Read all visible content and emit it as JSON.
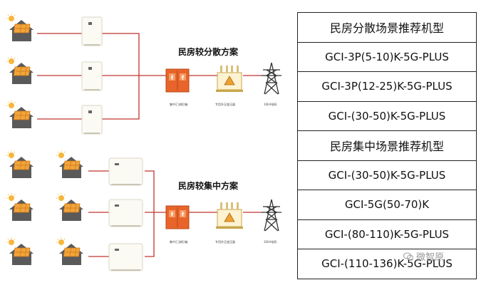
{
  "scheme1": {
    "title": "民房较分散方案",
    "combiner_label": "集中汇流柜/箱",
    "transformer_label": "专用升压变压器",
    "grid_label": "10kV电网"
  },
  "scheme2": {
    "title": "民房较集中方案",
    "combiner_label": "集中汇流柜/箱",
    "transformer_label": "专用升压变压器",
    "grid_label": "10kV电网"
  },
  "table": {
    "rows": [
      {
        "text": "民房分散场景推荐机型",
        "kind": "head"
      },
      {
        "text": "GCI-3P(5-10)K-5G-PLUS",
        "kind": "model"
      },
      {
        "text": "GCI-3P(12-25)K-5G-PLUS",
        "kind": "model"
      },
      {
        "text": "GCI-(30-50)K-5G-PLUS",
        "kind": "model"
      },
      {
        "text": "民房集中场景推荐机型",
        "kind": "head"
      },
      {
        "text": "GCI-(30-50)K-5G-PLUS",
        "kind": "model"
      },
      {
        "text": "GCI-5G(50-70)K",
        "kind": "model"
      },
      {
        "text": "GCI-(80-110)K-5G-PLUS",
        "kind": "model"
      },
      {
        "text": "GCI-(110-136)K-5G-PLUS",
        "kind": "model"
      }
    ]
  },
  "watermark": {
    "text": "微智原",
    "icon": "wechat-icon"
  },
  "colors": {
    "line": "#c0342e",
    "solar": "#f0a030",
    "combiner": "#e8642a",
    "house": "#5a5a5a"
  }
}
